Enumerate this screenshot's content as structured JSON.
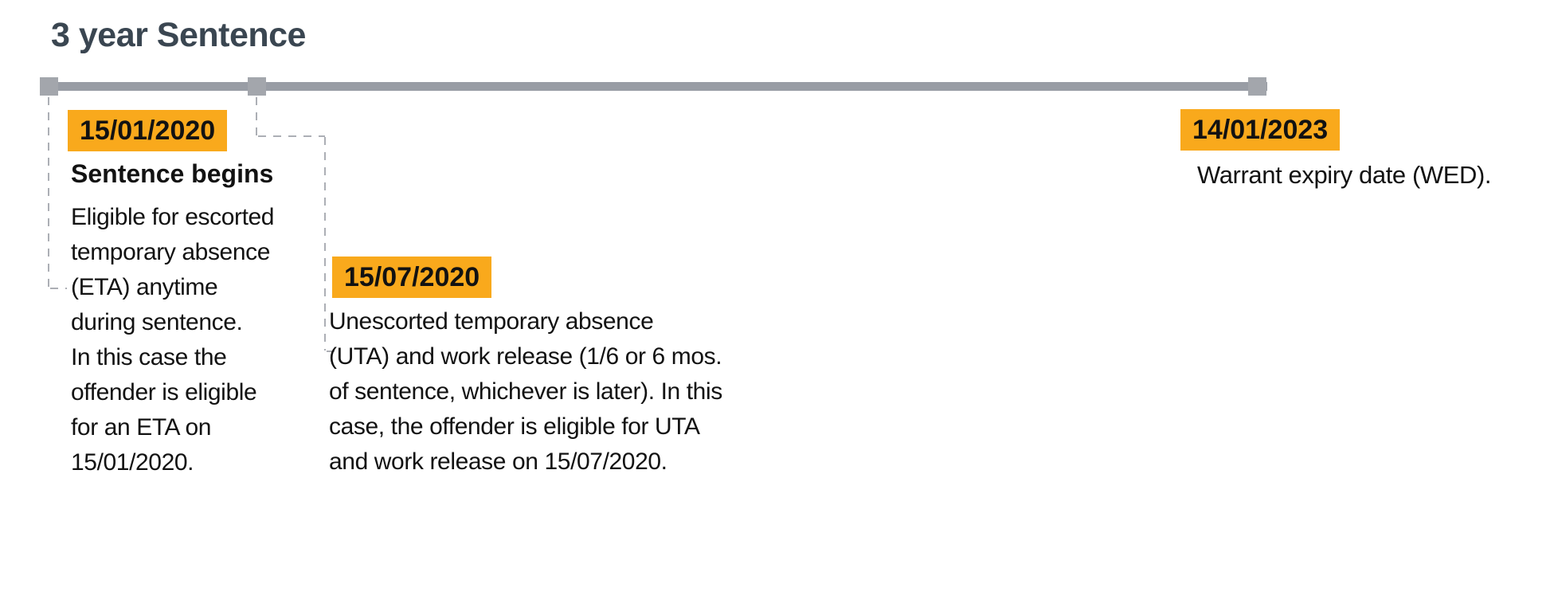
{
  "title": "3 year Sentence",
  "colors": {
    "title_text": "#3A4651",
    "timeline_gray": "#999DA5",
    "marker_gray": "#A3A6AC",
    "dash_gray": "#ACAFB5",
    "highlight_orange": "#F9A91C",
    "body_text": "#121212",
    "background": "#FFFFFF"
  },
  "timeline": {
    "events": [
      {
        "date": "15/01/2020",
        "heading": "Sentence begins",
        "description": "Eligible for escorted\ntemporary absence\n(ETA) anytime\nduring sentence.\nIn this case the\noffender is eligible\nfor an ETA on\n15/01/2020."
      },
      {
        "date": "15/07/2020",
        "heading": "",
        "description": "Unescorted temporary absence\n(UTA) and work release (1/6 or 6 mos.\nof sentence, whichever is later). In this\ncase, the offender is eligible for UTA\nand work release on 15/07/2020."
      },
      {
        "date": "14/01/2023",
        "heading": "",
        "description": "Warrant expiry date (WED)."
      }
    ]
  }
}
